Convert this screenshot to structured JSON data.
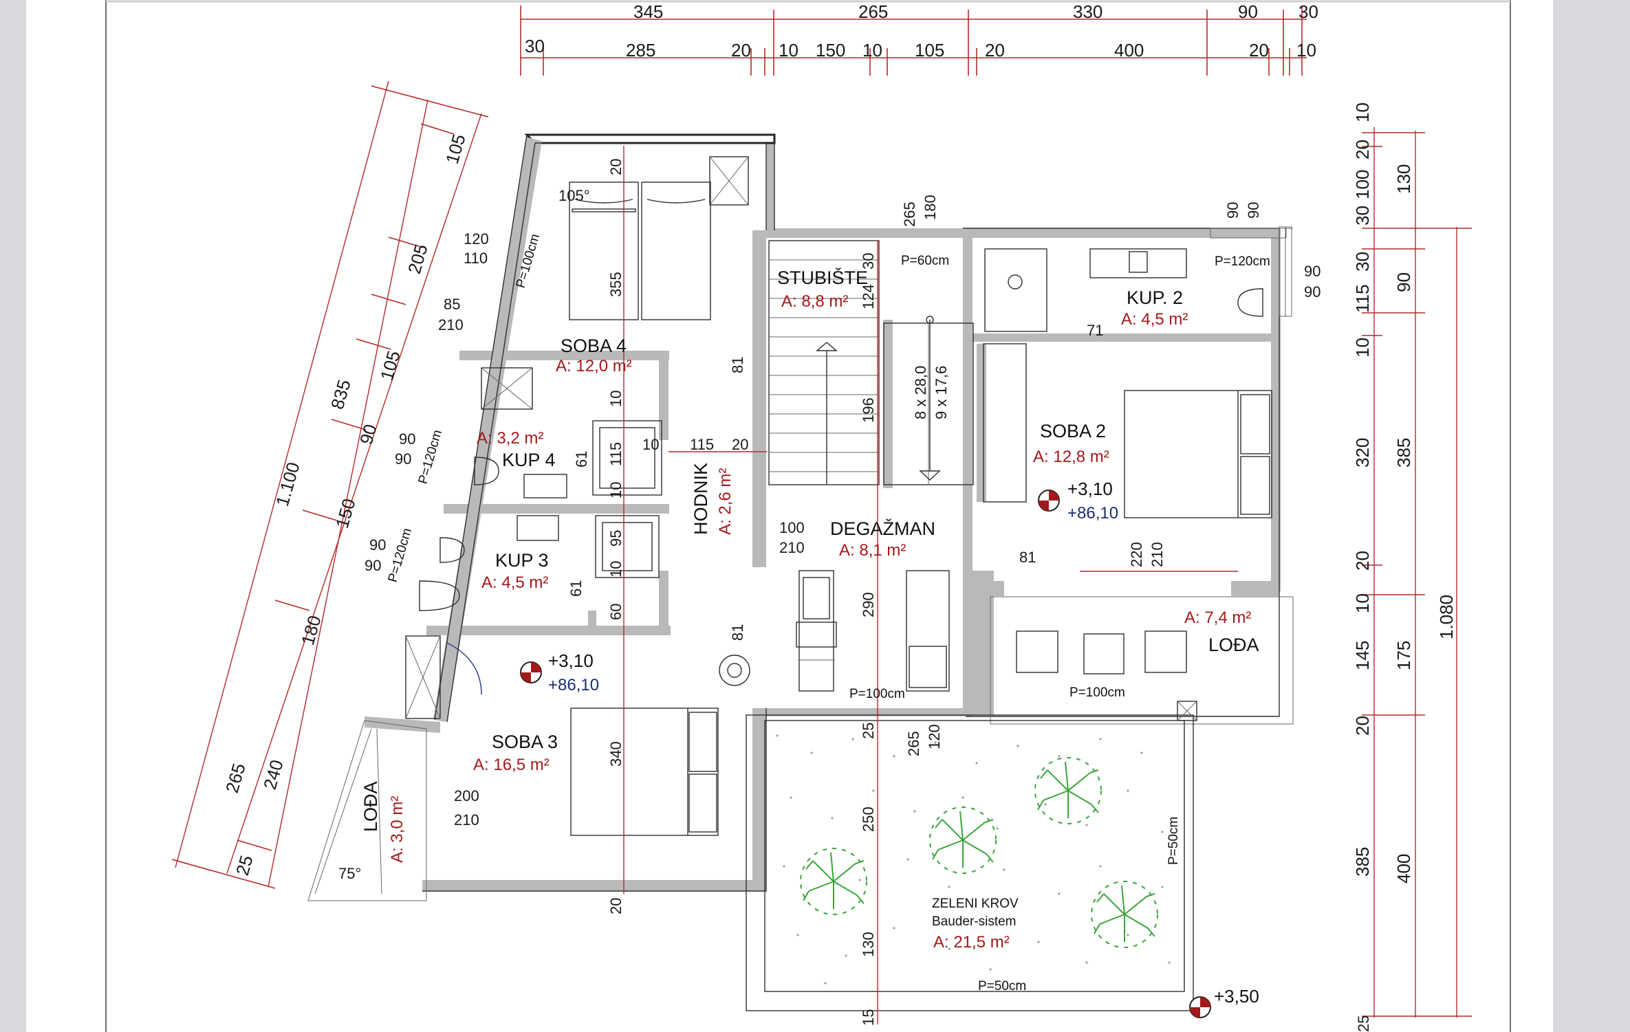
{
  "rooms": {
    "soba4": {
      "name": "SOBA 4",
      "area": "A: 12,0 m²"
    },
    "kup4": {
      "name": "KUP 4",
      "area": "A: 3,2 m²"
    },
    "kup3": {
      "name": "KUP 3",
      "area": "A: 4,5 m²"
    },
    "soba3": {
      "name": "SOBA 3",
      "area": "A: 16,5 m²"
    },
    "loda_left": {
      "name": "LOĐA",
      "area": "A: 3,0 m²"
    },
    "hodnik": {
      "name": "HODNIK",
      "area": "A: 2,6 m²"
    },
    "stubiste": {
      "name": "STUBIŠTE",
      "area": "A: 8,8 m²"
    },
    "degazman": {
      "name": "DEGAŽMAN",
      "area": "A: 8,1 m²"
    },
    "kup2": {
      "name": "KUP. 2",
      "area": "A: 4,5 m²"
    },
    "soba2": {
      "name": "SOBA 2",
      "area": "A: 12,8 m²"
    },
    "loda_right": {
      "name": "LOĐA",
      "area": "A: 7,4 m²"
    },
    "zeleni": {
      "name": "ZELENI KROV",
      "sub": "Bauder-sistem",
      "area": "A: 21,5 m²"
    }
  },
  "levels": {
    "left_top": "+3,10",
    "left_bottom": "+86,10",
    "right_top": "+3,10",
    "right_bottom": "+86,10",
    "roof": "+3,50"
  },
  "parapets": {
    "p100_left": "P=100cm",
    "p120_kup4": "P=120cm",
    "p120_kup3": "P=120cm",
    "p60": "P=60cm",
    "p120_kup2": "P=120cm",
    "p100_deg": "P=100cm",
    "p100_loda": "P=100cm",
    "p50_right": "P=50cm",
    "p50_bottom": "P=50cm"
  },
  "angles": {
    "a105": "105°",
    "a75": "75°"
  },
  "stairs": {
    "treads": "8 x 28,0",
    "risers": "9 x 17,6"
  },
  "openings": {
    "w120": "120",
    "w110": "110",
    "d85": "85",
    "d210a": "210",
    "w90a": "90",
    "w90b": "90",
    "w90c": "90",
    "w90d": "90",
    "d100": "100",
    "d210b": "210",
    "d200": "200",
    "d210c": "210",
    "d220": "220",
    "d210d": "210",
    "w90e": "90",
    "w90f": "90",
    "w90g": "90",
    "w90h": "90",
    "h265a": "265",
    "h180": "180",
    "h265b": "265",
    "h120": "120"
  },
  "interior_dims": {
    "soba4_20": "20",
    "soba4_355": "355",
    "soba4_10": "10",
    "kup4_115": "115",
    "kup4_10": "10",
    "kup4_61": "61",
    "kup3_95": "95",
    "kup3_10": "10",
    "kup3_60": "60",
    "kup3_61": "61",
    "soba3_340": "340",
    "soba3_20": "20",
    "hod_10": "10",
    "hod_115": "115",
    "hod_20": "20",
    "hod_81a": "81",
    "hod_81b": "81",
    "st_30": "30",
    "st_124": "124",
    "st_196": "196",
    "deg_290": "290",
    "deg_81": "81",
    "kup2_71": "71",
    "zk_25": "25",
    "zk_250": "250",
    "zk_130": "130",
    "zk_15": "15"
  },
  "top_dims": {
    "row1": [
      "345",
      "265",
      "330",
      "90",
      "30"
    ],
    "row2": [
      "30",
      "285",
      "20",
      "10",
      "150",
      "10",
      "105",
      "20",
      "400",
      "20",
      "10"
    ]
  },
  "right_dims": {
    "col1": [
      "10",
      "20",
      "100",
      "30",
      "30",
      "115",
      "10",
      "320",
      "20",
      "10",
      "145",
      "20",
      "385",
      "25"
    ],
    "col2": [
      "130",
      "90",
      "385",
      "175",
      "400"
    ],
    "col3": [
      "1.080"
    ]
  },
  "left_dims": {
    "outer": [
      "1.100"
    ],
    "mid": [
      "835",
      "265"
    ],
    "inner": [
      "105",
      "205",
      "105",
      "90",
      "150",
      "180",
      "240",
      "25"
    ]
  },
  "colors": {
    "area_text": "#a3191b",
    "level_blue": "#1a2f6d",
    "dim_line": "#b22a2a",
    "grass": "#3aa43a"
  }
}
